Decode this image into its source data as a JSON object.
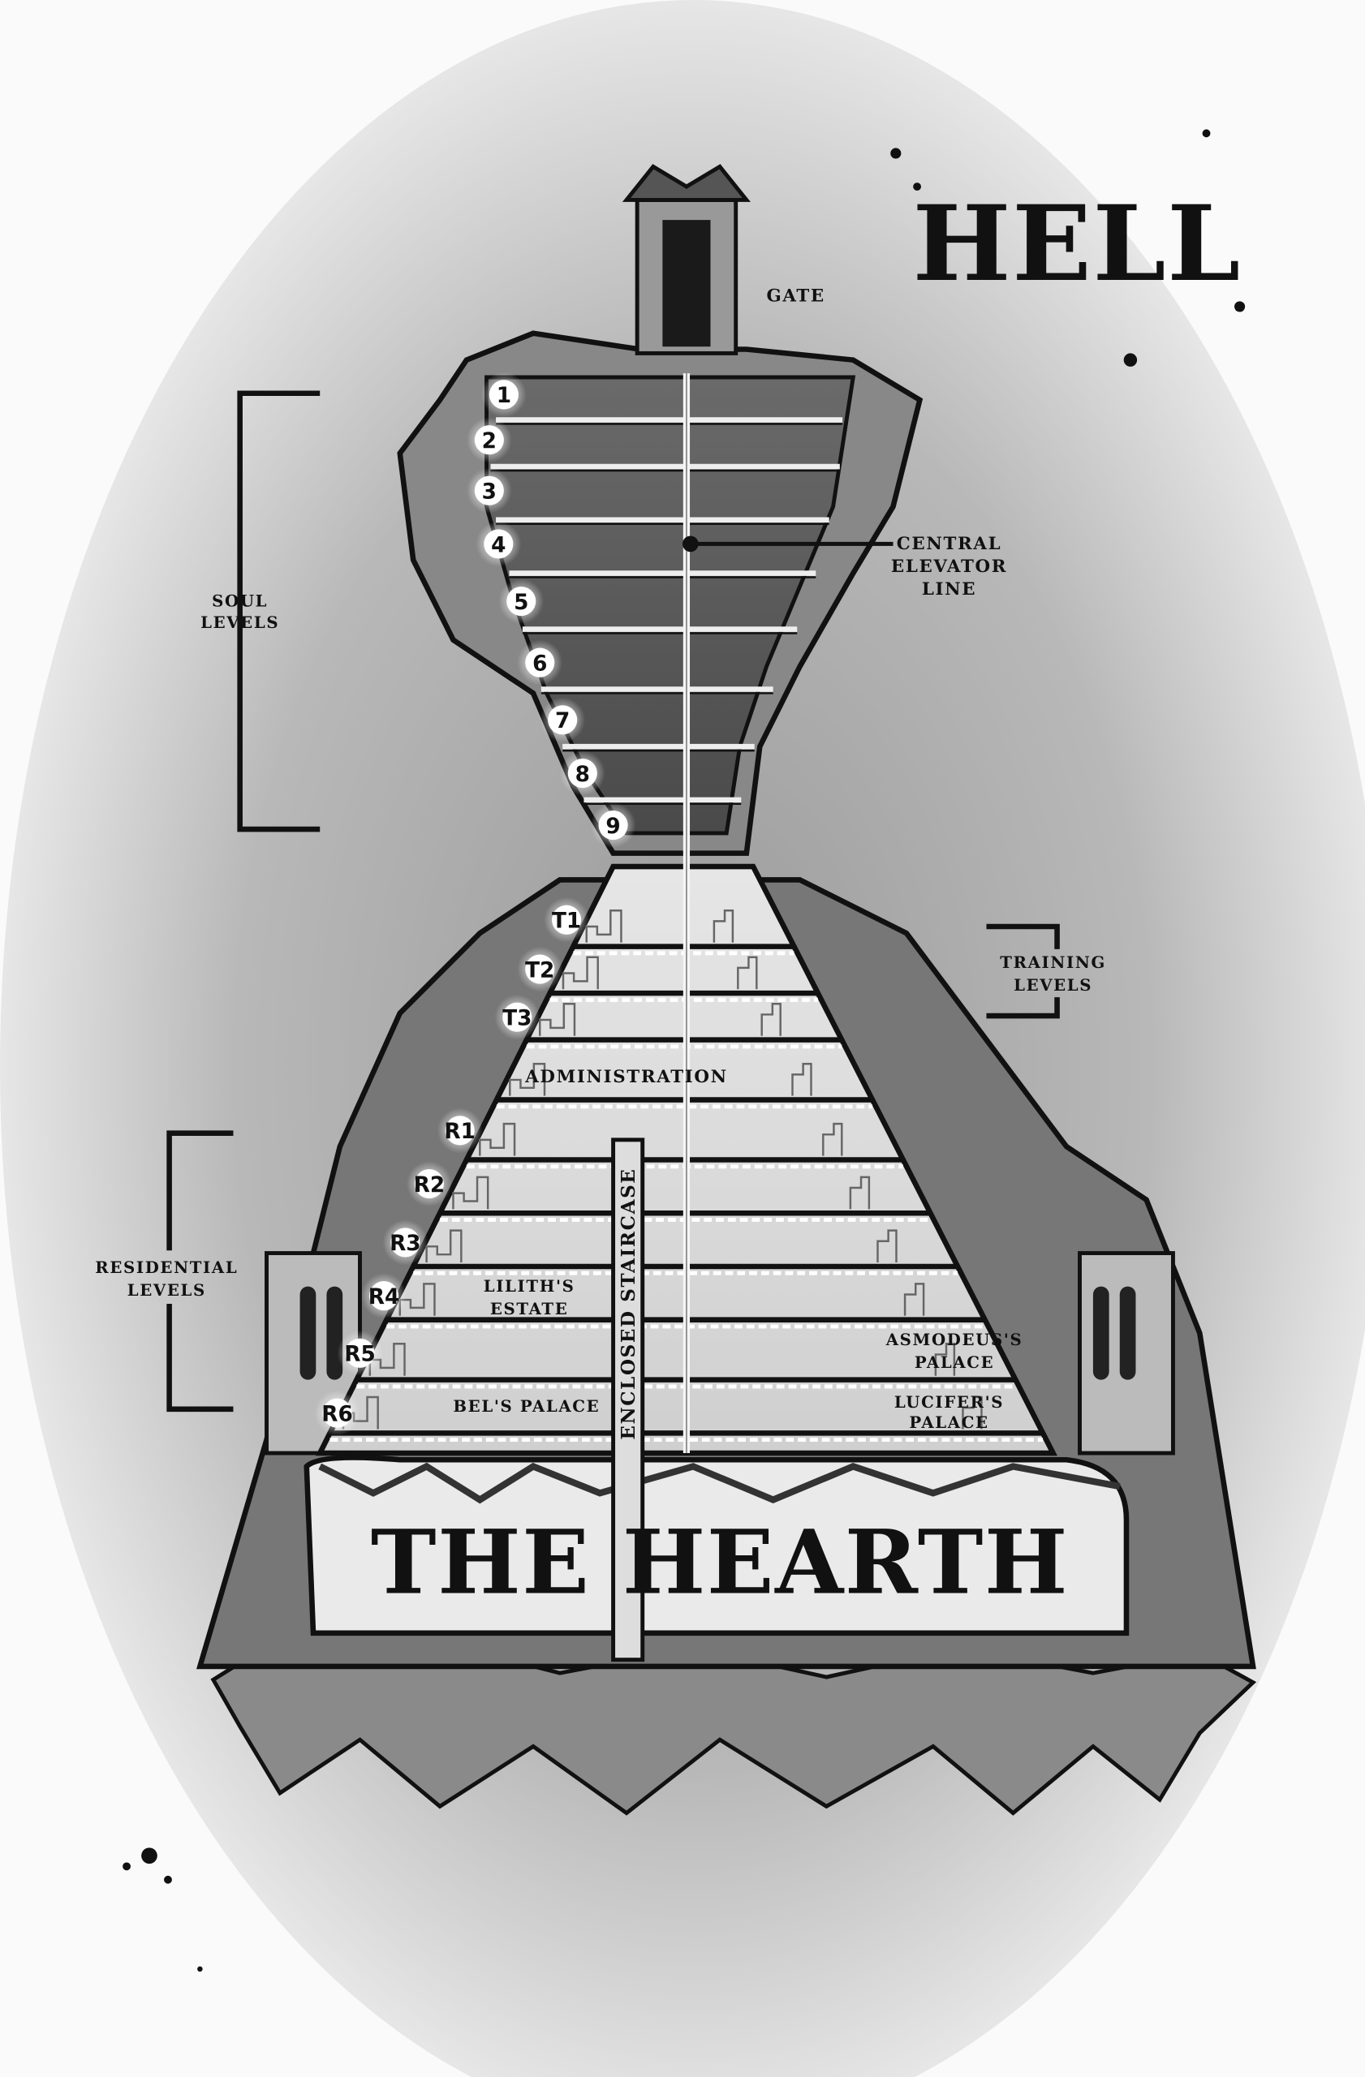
{
  "title": "HELL",
  "gate_label": "GATE",
  "elevator_label": [
    "CENTRAL",
    "ELEVATOR",
    "LINE"
  ],
  "groups": {
    "soul": [
      "SOUL",
      "LEVELS"
    ],
    "training": [
      "TRAINING",
      "LEVELS"
    ],
    "residential": [
      "RESIDENTIAL",
      "LEVELS"
    ]
  },
  "soul_levels": [
    "1",
    "2",
    "3",
    "4",
    "5",
    "6",
    "7",
    "8",
    "9"
  ],
  "training_levels": [
    "T1",
    "T2",
    "T3"
  ],
  "residential_levels": [
    "R1",
    "R2",
    "R3",
    "R4",
    "R5",
    "R6"
  ],
  "places": {
    "administration": "ADMINISTRATION",
    "lilith": [
      "LILITH'S",
      "ESTATE"
    ],
    "bel": "BEL'S PALACE",
    "asmodeus": [
      "ASMODEUS'S",
      "PALACE"
    ],
    "lucifer": [
      "LUCIFER'S",
      "PALACE"
    ],
    "staircase": "ENCLOSED STAIRCASE",
    "hearth": "THE HEARTH"
  }
}
